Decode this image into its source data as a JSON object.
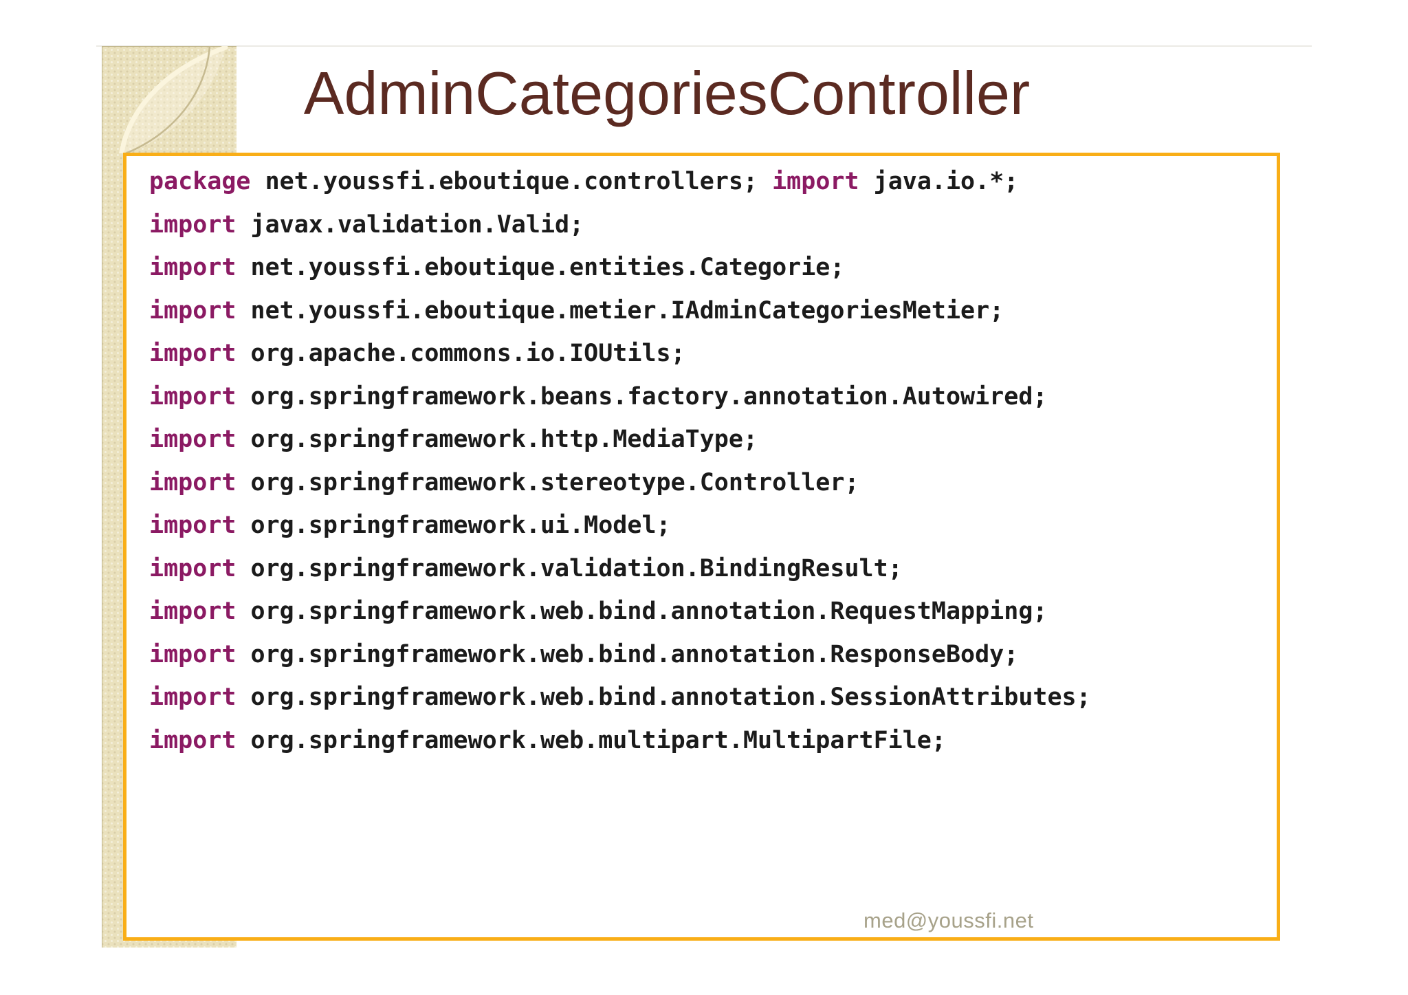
{
  "slide": {
    "title": "AdminCategoriesController",
    "watermark": "med@youssfi.net"
  },
  "colors": {
    "title": "#5B2A21",
    "keyword": "#8B1A63",
    "code_text": "#1B1B1B",
    "box_border": "#F9AE17",
    "watermark": "#A7A28A",
    "sidebar": "#EAE1BD",
    "sidebar_edge": "#BFB48A",
    "ornament_light": "#FBF5DE",
    "ornament_dark": "#C6BA90",
    "top_rule": "#ECEAE5"
  },
  "code": {
    "lines": [
      {
        "tokens": [
          {
            "type": "keyword",
            "text": "package"
          },
          {
            "type": "plain",
            "text": " net.youssfi.eboutique.controllers; "
          },
          {
            "type": "keyword",
            "text": "import"
          },
          {
            "type": "plain",
            "text": " java.io.*;"
          }
        ]
      },
      {
        "tokens": [
          {
            "type": "keyword",
            "text": "import"
          },
          {
            "type": "plain",
            "text": " javax.validation.Valid;"
          }
        ]
      },
      {
        "tokens": [
          {
            "type": "keyword",
            "text": "import"
          },
          {
            "type": "plain",
            "text": " net.youssfi.eboutique.entities.Categorie;"
          }
        ]
      },
      {
        "tokens": [
          {
            "type": "keyword",
            "text": "import"
          },
          {
            "type": "plain",
            "text": " net.youssfi.eboutique.metier.IAdminCategoriesMetier;"
          }
        ]
      },
      {
        "tokens": [
          {
            "type": "keyword",
            "text": "import"
          },
          {
            "type": "plain",
            "text": " org.apache.commons.io.IOUtils;"
          }
        ]
      },
      {
        "tokens": [
          {
            "type": "keyword",
            "text": "import"
          },
          {
            "type": "plain",
            "text": " org.springframework.beans.factory.annotation.Autowired;"
          }
        ]
      },
      {
        "tokens": [
          {
            "type": "keyword",
            "text": "import"
          },
          {
            "type": "plain",
            "text": " org.springframework.http.MediaType;"
          }
        ]
      },
      {
        "tokens": [
          {
            "type": "keyword",
            "text": "import"
          },
          {
            "type": "plain",
            "text": " org.springframework.stereotype.Controller;"
          }
        ]
      },
      {
        "tokens": [
          {
            "type": "keyword",
            "text": "import"
          },
          {
            "type": "plain",
            "text": " org.springframework.ui.Model;"
          }
        ]
      },
      {
        "tokens": [
          {
            "type": "keyword",
            "text": "import"
          },
          {
            "type": "plain",
            "text": " org.springframework.validation.BindingResult;"
          }
        ]
      },
      {
        "tokens": [
          {
            "type": "keyword",
            "text": "import"
          },
          {
            "type": "plain",
            "text": " org.springframework.web.bind.annotation.RequestMapping;"
          }
        ]
      },
      {
        "tokens": [
          {
            "type": "keyword",
            "text": "import"
          },
          {
            "type": "plain",
            "text": " org.springframework.web.bind.annotation.ResponseBody;"
          }
        ]
      },
      {
        "tokens": [
          {
            "type": "keyword",
            "text": "import"
          },
          {
            "type": "plain",
            "text": " org.springframework.web.bind.annotation.SessionAttributes;"
          }
        ]
      },
      {
        "tokens": [
          {
            "type": "keyword",
            "text": "import"
          },
          {
            "type": "plain",
            "text": " org.springframework.web.multipart.MultipartFile;"
          }
        ]
      }
    ]
  }
}
